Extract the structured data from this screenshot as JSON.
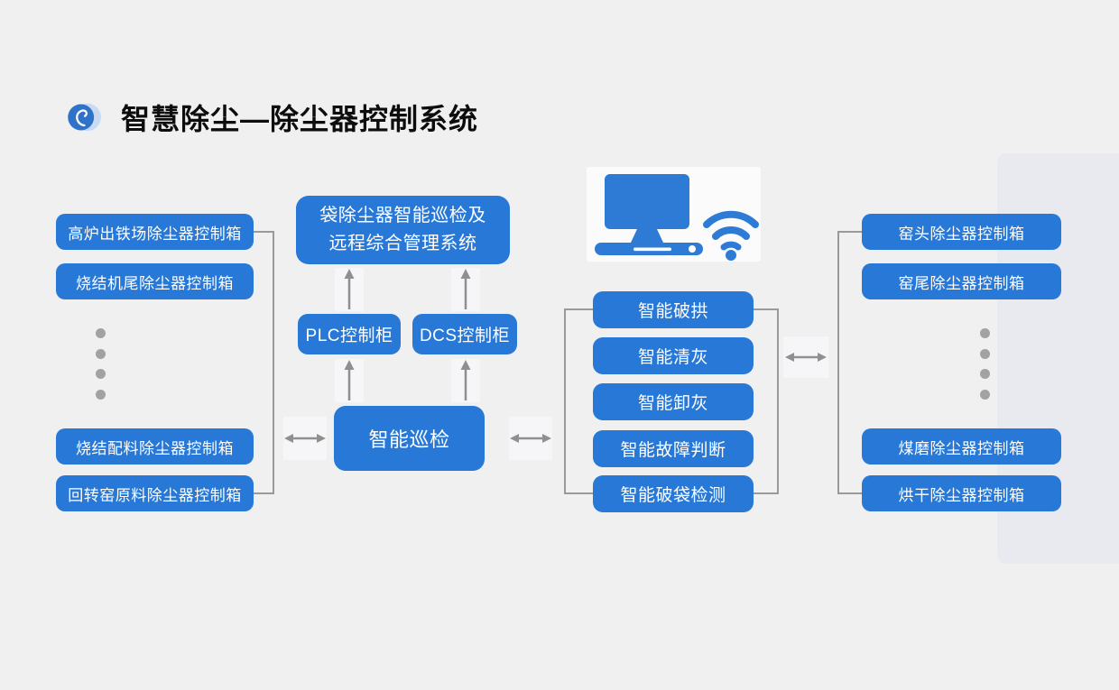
{
  "header": {
    "title": "智慧除尘—除尘器控制系统",
    "logo_icon": "swirl-logo-icon"
  },
  "colors": {
    "background": "#f0f0f1",
    "box_blue": "#2878d8",
    "icon_blue": "#2e7bd6",
    "line_gray": "#9a9a9a",
    "band_light": "#e9eaf0"
  },
  "left_column": {
    "boxes": [
      "高炉出铁场除尘器控制箱",
      "烧结机尾除尘器控制箱",
      "烧结配料除尘器控制箱",
      "回转窑原料除尘器控制箱"
    ]
  },
  "center": {
    "management_system": "袋除尘器智能巡检及\n远程综合管理系统",
    "plc": "PLC控制柜",
    "dcs": "DCS控制柜",
    "inspection": "智能巡检",
    "icons": [
      "computer-icon",
      "wifi-icon"
    ]
  },
  "functions": [
    "智能破拱",
    "智能清灰",
    "智能卸灰",
    "智能故障判断",
    "智能破袋检测"
  ],
  "right_column": {
    "boxes": [
      "窑头除尘器控制箱",
      "窑尾除尘器控制箱",
      "煤磨除尘器控制箱",
      "烘干除尘器控制箱"
    ]
  }
}
